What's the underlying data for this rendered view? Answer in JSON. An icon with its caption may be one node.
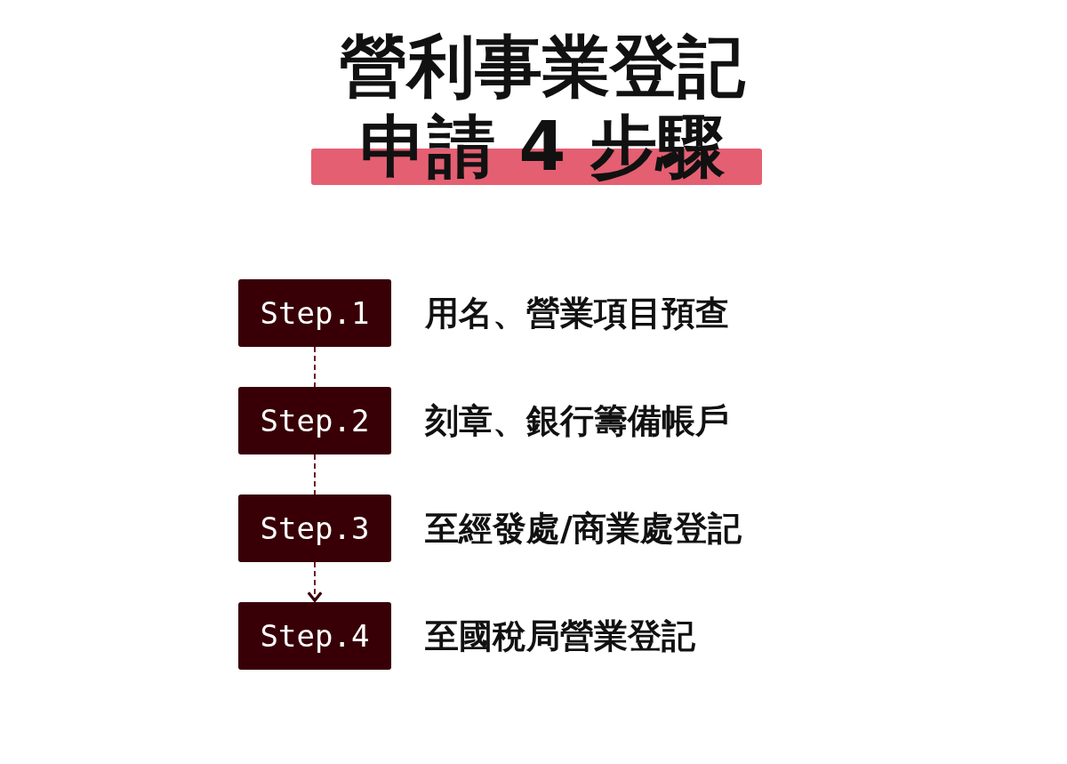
{
  "diagram": {
    "title": "營利事業登記申請 4 步驟",
    "nodes": [
      {
        "text": [
          "Step.1"
        ],
        "beside": [
          "用名、營業項目預查"
        ]
      },
      {
        "text": [
          "Step.2"
        ],
        "beside": [
          "刻章、銀行籌備帳戶"
        ]
      },
      {
        "text": [
          "Step.3"
        ],
        "beside": [
          "至經發處/商業處登記"
        ]
      },
      {
        "text": [
          "Step.4"
        ],
        "beside": [
          "至國稅局營業登記"
        ]
      }
    ],
    "edges": [
      {
        "from": 0,
        "to": 1,
        "arrow": "none",
        "style": "dashed"
      },
      {
        "from": 1,
        "to": 2,
        "arrow": "none",
        "style": "dashed"
      },
      {
        "from": 2,
        "to": 3,
        "arrow": "to",
        "style": "dashed"
      }
    ]
  }
}
